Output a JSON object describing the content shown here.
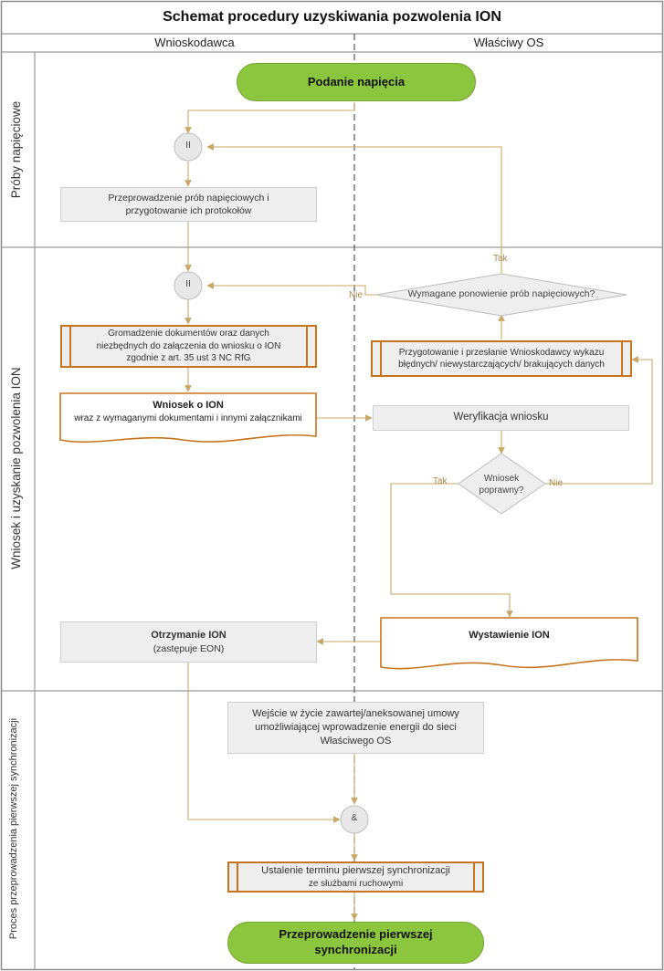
{
  "title": "Schemat procedury uzyskiwania pozwolenia ION",
  "lanes": {
    "left": "Wnioskodawca",
    "right": "Właściwy OS"
  },
  "phases": {
    "p1": "Próby napięciowe",
    "p2": "Wniosek i uzyskanie pozwolenia ION",
    "p3": "Proces przeprowadzenia pierwszej synchronizacji"
  },
  "nodes": {
    "start": "Podanie napięcia",
    "gw_parallel": "II",
    "tests_l1": "Przeprowadzenie prób napięciowych i",
    "tests_l2": "przygotowanie ich protokołów",
    "decision_repeat": "Wymagane ponowienie prób napięciowych?",
    "gather_l1": "Gromadzenie dokumentów oraz danych",
    "gather_l2": "niezbędnych  do załączenia do wniosku o ION",
    "gather_l3": "zgodnie z art. 35 ust 3 NC RfG",
    "prep_l1": "Przygotowanie i przesłanie Wnioskodawcy wykazu",
    "prep_l2": "błędnych/ niewystarczających/ brakujących danych",
    "doc_application_title": "Wniosek o ION",
    "doc_application_sub": "wraz z wymaganymi dokumentami i innymi załącznikami",
    "verify": "Weryfikacja wniosku",
    "decision_ok_l1": "Wniosek",
    "decision_ok_l2": "poprawny?",
    "issue": "Wystawienie ION",
    "receive_title": "Otrzymanie ION",
    "receive_sub": "(zastępuje EON)",
    "contract_l1": "Wejście w życie zawartej/aneksowanej umowy",
    "contract_l2": "umożliwiającej wprowadzenie energii do sieci",
    "contract_l3": "Właściwego OS",
    "gw_and": "&",
    "schedule_l1": "Ustalenie terminu pierwszej synchronizacji",
    "schedule_l2": "ze służbami ruchowymi",
    "end_l1": "Przeprowadzenie pierwszej",
    "end_l2": "synchronizacji"
  },
  "edge_labels": {
    "yes": "Tak",
    "no": "Nie"
  },
  "colors": {
    "terminal_fill": "#8cc63f",
    "connector": "#c9a86a",
    "subprocess_border": "#c8741e",
    "process_fill": "#eeeeee",
    "grid": "#9a9a9a"
  }
}
